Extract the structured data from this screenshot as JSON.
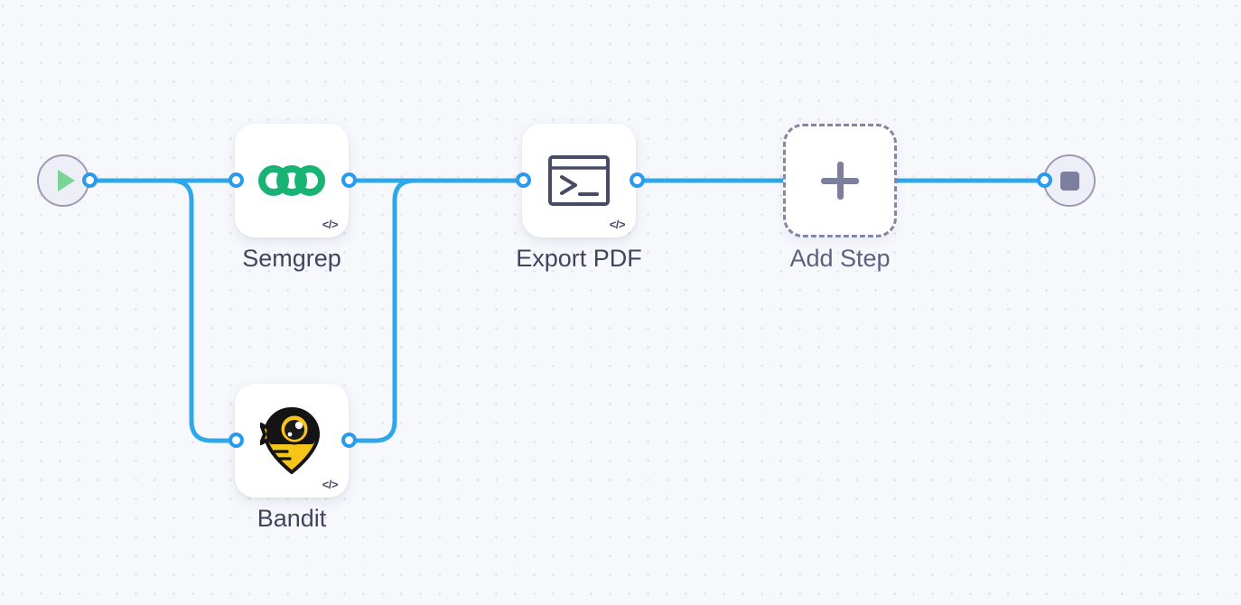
{
  "canvas": {
    "background_color": "#f7f8fc",
    "dot_color": "#e2e4ef",
    "edge_color": "#2a9bec",
    "port_fill": "#ffffff"
  },
  "start_node": {
    "name": "Start",
    "icon": "play-icon",
    "icon_color": "#7bd394",
    "circle_fill": "#eeeef6",
    "circle_border": "#9b9bb4"
  },
  "end_node": {
    "name": "End",
    "icon": "stop-icon",
    "icon_color": "#7c7f9e",
    "circle_fill": "#eeeef6",
    "circle_border": "#9b9bb4"
  },
  "steps": [
    {
      "id": "semgrep",
      "label": "Semgrep",
      "icon": "semgrep-logo-icon",
      "icon_color": "#19b474",
      "badge": "</>",
      "badge_name": "code-badge-icon"
    },
    {
      "id": "bandit",
      "label": "Bandit",
      "icon": "bandit-logo-icon",
      "icon_color": "#f5c518",
      "badge": "</>",
      "badge_name": "code-badge-icon"
    },
    {
      "id": "export-pdf",
      "label": "Export PDF",
      "icon": "terminal-icon",
      "icon_color": "#474b66",
      "badge": "</>",
      "badge_name": "code-badge-icon"
    }
  ],
  "add_step": {
    "label": "Add Step",
    "icon": "plus-icon",
    "icon_color": "#7c7f9e"
  }
}
